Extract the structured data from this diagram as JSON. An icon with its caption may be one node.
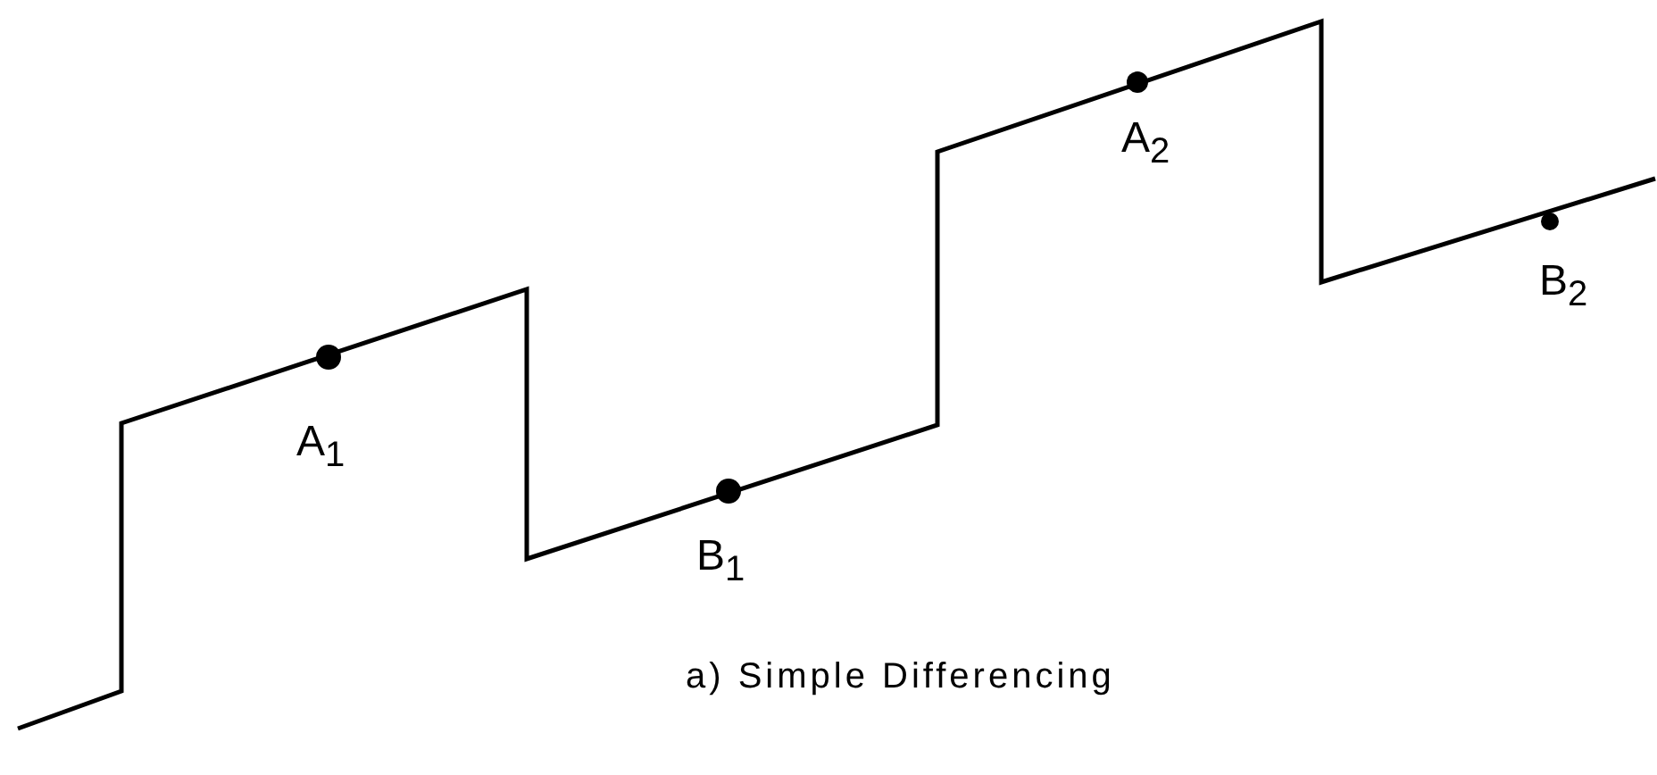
{
  "diagram": {
    "caption": "a) Simple Differencing",
    "labels": [
      "A$_{1}$",
      "B$_{1}$",
      "A$_{2}$",
      "B$_{2}$"
    ]
  }
}
